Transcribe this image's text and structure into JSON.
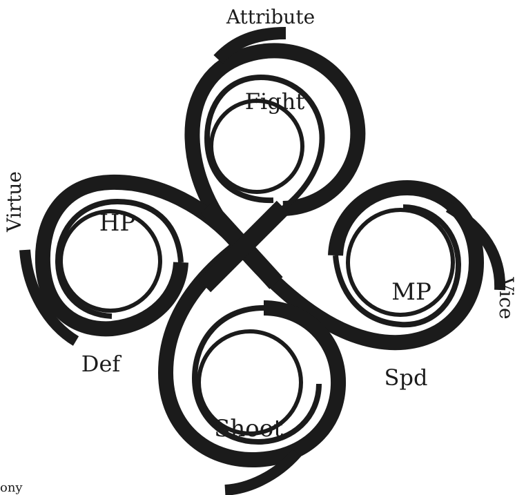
{
  "diagram": {
    "outer_labels": {
      "top": "Attribute",
      "left": "Virtue",
      "right": "Vice"
    },
    "inner_labels": {
      "fight": "Fight",
      "hp": "HP",
      "mp": "MP",
      "def": "Def",
      "spd": "Spd",
      "shoot": "Shoot"
    },
    "corner_fragment": "ony",
    "ink_color": "#1b1b1b"
  }
}
